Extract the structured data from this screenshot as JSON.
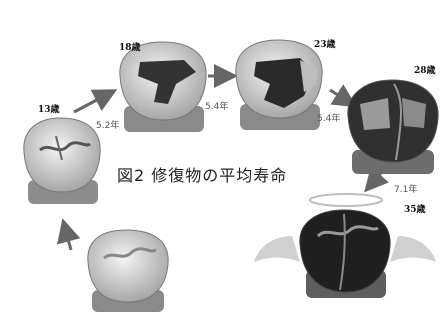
{
  "figure": {
    "title": "図2 修復物の平均寿命",
    "ages": [
      "13歳",
      "18歳",
      "23歳",
      "28歳",
      "35歳"
    ],
    "intervals": [
      "5.2年",
      "5.4年",
      "5.4年",
      "7.1年"
    ]
  }
}
